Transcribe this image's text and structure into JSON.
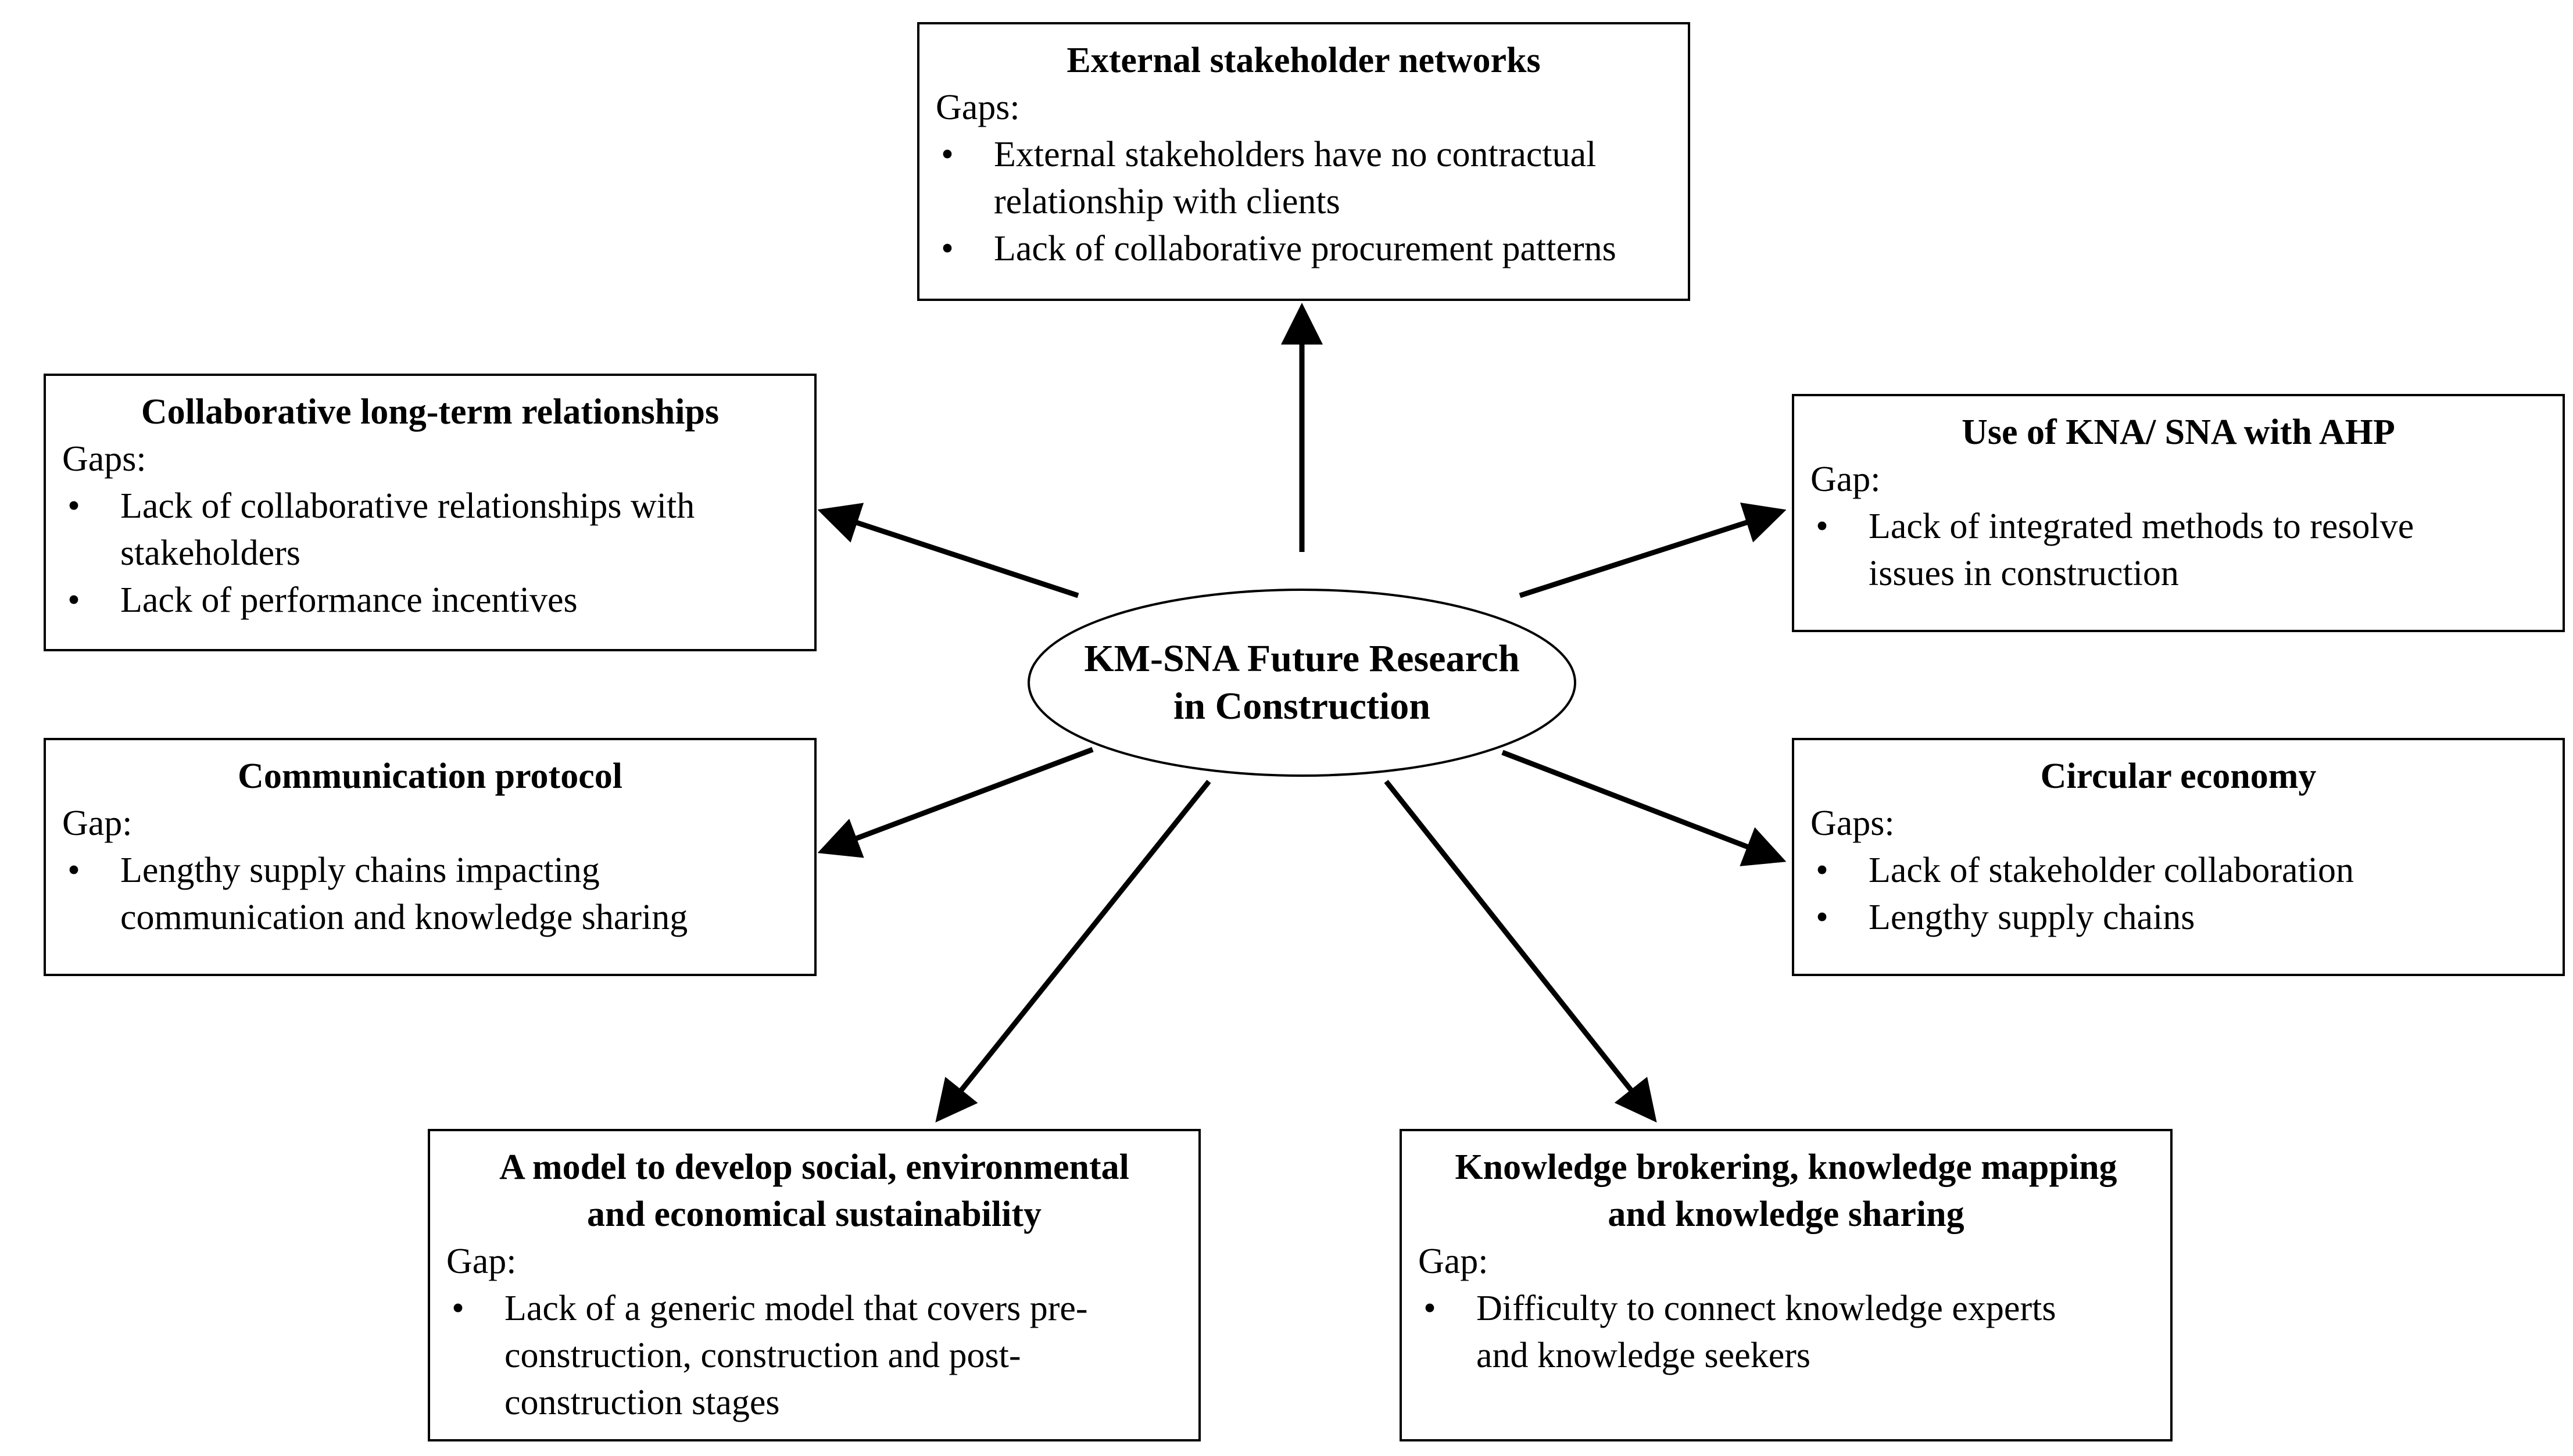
{
  "center": {
    "lines": [
      "KM-SNA Future Research",
      "in Construction"
    ]
  },
  "boxes": [
    {
      "key": "external",
      "title_lines": [
        "External stakeholder networks"
      ],
      "label": "Gaps:",
      "items": [
        [
          "External stakeholders have no contractual",
          "relationship with clients"
        ],
        [
          "Lack of collaborative procurement patterns"
        ]
      ]
    },
    {
      "key": "collaborative",
      "title_lines": [
        "Collaborative long-term relationships"
      ],
      "label": "Gaps:",
      "items": [
        [
          "Lack of collaborative relationships with",
          "stakeholders"
        ],
        [
          "Lack of performance incentives"
        ]
      ]
    },
    {
      "key": "kna",
      "title_lines": [
        "Use of KNA/ SNA with AHP"
      ],
      "label": "Gap:",
      "items": [
        [
          "Lack of integrated methods to resolve",
          "issues in construction"
        ]
      ]
    },
    {
      "key": "communication",
      "title_lines": [
        "Communication protocol"
      ],
      "label": "Gap:",
      "items": [
        [
          "Lengthy supply chains impacting",
          "communication and knowledge sharing"
        ]
      ]
    },
    {
      "key": "circular",
      "title_lines": [
        "Circular economy"
      ],
      "label": "Gaps:",
      "items": [
        [
          "Lack of stakeholder collaboration"
        ],
        [
          "Lengthy supply chains"
        ]
      ]
    },
    {
      "key": "model",
      "title_lines": [
        "A model to develop social, environmental",
        "and economical sustainability"
      ],
      "label": "Gap:",
      "items": [
        [
          "Lack of a generic model that covers pre-",
          "construction, construction and post-",
          "construction stages"
        ]
      ]
    },
    {
      "key": "knowledge",
      "title_lines": [
        "Knowledge brokering, knowledge mapping",
        "and knowledge sharing"
      ],
      "label": "Gap:",
      "items": [
        [
          "Difficulty to connect knowledge experts",
          "and knowledge seekers"
        ]
      ]
    }
  ]
}
